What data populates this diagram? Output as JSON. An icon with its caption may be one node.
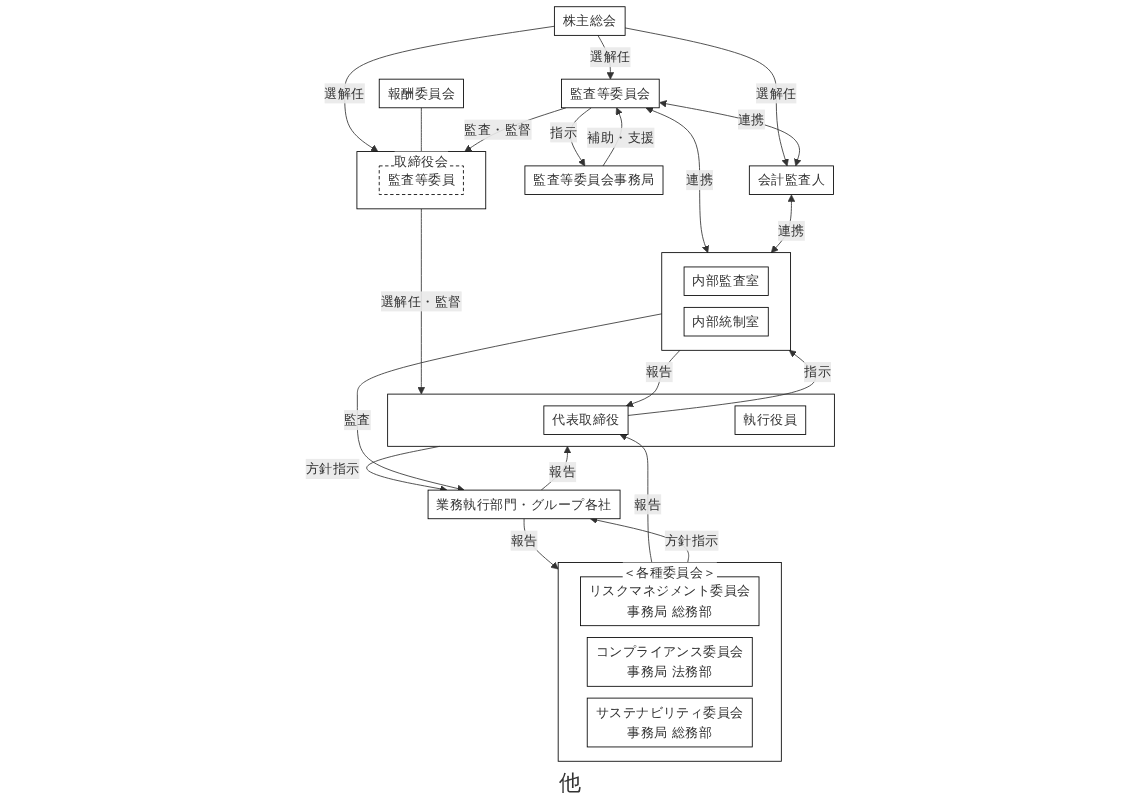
{
  "diagram": {
    "nodes": [
      {
        "text": [
          "株主総会"
        ]
      },
      {
        "text": [
          "取締役会"
        ]
      },
      {
        "text": [
          "監査等委員"
        ],
        "in": 1
      },
      {
        "text": [
          "報酬委員会"
        ]
      },
      {
        "text": [
          "監査等委員会"
        ]
      },
      {
        "text": [
          "監査等委員会事務局"
        ]
      },
      {
        "text": [
          "会計監査人"
        ]
      },
      {
        "text": [
          "＜各種委員会＞"
        ]
      },
      {
        "text": [
          "リスクマネジメント委員会",
          "事務局 総務部"
        ],
        "in": 7
      },
      {
        "text": [
          "コンプライアンス委員会",
          "事務局 法務部"
        ],
        "in": 7
      },
      {
        "text": [
          "サステナビリティ委員会",
          "事務局 総務部"
        ],
        "in": 7
      },
      {
        "text": [],
        "shape": "box"
      },
      {
        "text": [
          "代表取締役"
        ],
        "in": 11
      },
      {
        "text": [
          "執行役員"
        ],
        "in": 11
      },
      {
        "text": [],
        "shape": "box"
      },
      {
        "text": [
          "内部監査室"
        ],
        "in": 14
      },
      {
        "text": [
          "内部統制室"
        ],
        "in": 14
      },
      {
        "text": [
          "業務執行部門・グループ各社"
        ]
      }
    ],
    "edges": [
      {
        "from": 0,
        "to": 1,
        "arrow": "to",
        "label": "選解任"
      },
      {
        "from": 0,
        "to": 4,
        "arrow": "to",
        "label": "選解任"
      },
      {
        "from": 0,
        "to": 6,
        "arrow": "to",
        "label": "選解任"
      },
      {
        "from": 3,
        "to": 1,
        "arrow": "none"
      },
      {
        "from": 4,
        "to": 1,
        "arrow": "to",
        "label": "監査・監督"
      },
      {
        "from": 4,
        "to": 5,
        "arrow": "to",
        "label": "指示"
      },
      {
        "from": 5,
        "to": 4,
        "arrow": "to",
        "label": "補助・支援"
      },
      {
        "from": 4,
        "to": 6,
        "arrow": "both",
        "label": "連携"
      },
      {
        "from": 4,
        "to": 14,
        "arrow": "both",
        "label": "連携"
      },
      {
        "from": 1,
        "to": 11,
        "arrow": "to",
        "label": "選解任・監督"
      },
      {
        "from": 7,
        "to": 12,
        "arrow": "to",
        "label": "報告"
      },
      {
        "from": 12,
        "to": 14,
        "arrow": "to",
        "label": "指示"
      },
      {
        "from": 14,
        "to": 12,
        "arrow": "to",
        "label": "報告"
      },
      {
        "from": 6,
        "to": 14,
        "arrow": "both",
        "label": "連携"
      },
      {
        "from": 7,
        "to": 17,
        "arrow": "to",
        "label": "方針指示"
      },
      {
        "from": 17,
        "to": 7,
        "arrow": "to",
        "label": "報告"
      },
      {
        "from": 11,
        "to": 17,
        "arrow": "to",
        "label": "方針指示"
      },
      {
        "from": 17,
        "to": 11,
        "arrow": "to",
        "label": "報告"
      },
      {
        "from": 14,
        "to": 17,
        "arrow": "to",
        "label": "監査"
      }
    ],
    "labels": [
      "他"
    ]
  }
}
